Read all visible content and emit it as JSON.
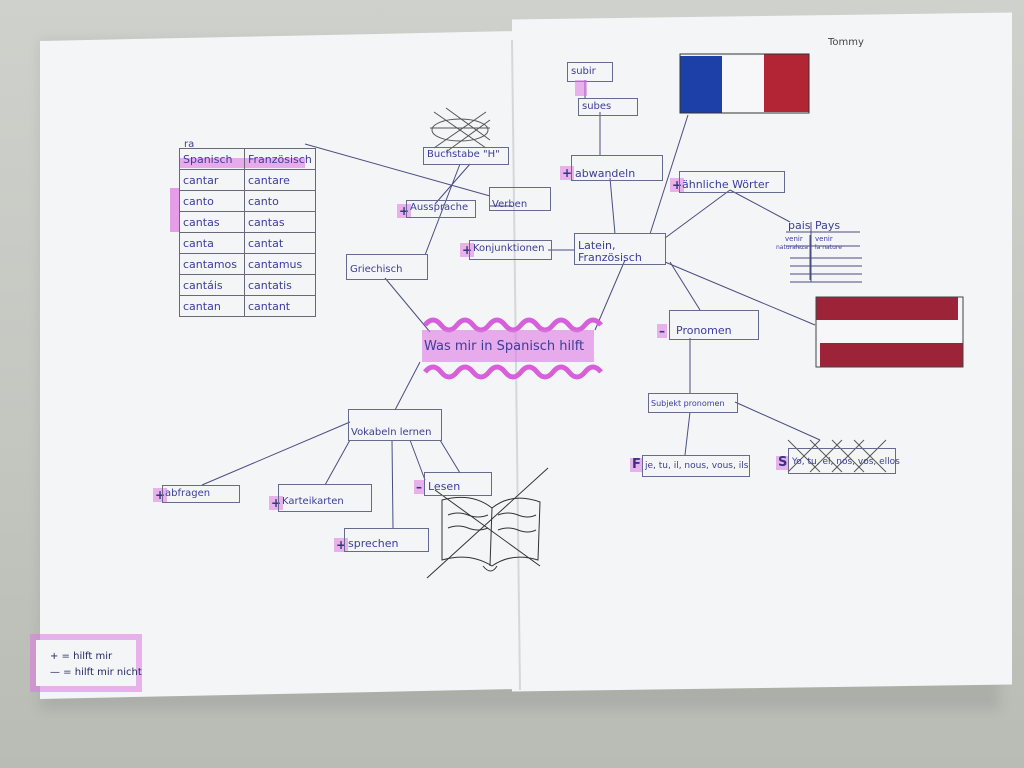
{
  "top_right_name": "Tommy",
  "center_title": "Was mir in Spanisch hilft",
  "legend": {
    "plus": "+ = hilft mir",
    "minus": "— = hilft mir nicht"
  },
  "table": {
    "header_extra": "ra",
    "headers": [
      "Spanisch",
      "Französisch"
    ],
    "rows": [
      [
        "cantar",
        "cantare"
      ],
      [
        "canto",
        "canto"
      ],
      [
        "cantas",
        "cantas"
      ],
      [
        "canta",
        "cantat"
      ],
      [
        "cantamos",
        "cantamus"
      ],
      [
        "cantáis",
        "cantatis"
      ],
      [
        "cantan",
        "cantant"
      ]
    ]
  },
  "nodes": {
    "buchstabe_h": "Buchstabe \"H\"",
    "aussprache": "Aussprache",
    "verben": "Verben",
    "konjunktionen": "Konjunktionen",
    "griechisch": "Griechisch",
    "subir": "subir",
    "subes": "subes",
    "abwandeln": "abwandeln",
    "aehnliche_woerter": "ähnliche Wörter",
    "latein": "Latein,",
    "franzoesisch": "Französisch",
    "pais": "pais",
    "pays": "Pays",
    "venir": "venir",
    "venir_fr": "venir",
    "nature_es": "naturaleza",
    "nature_fr": "la nature",
    "pronomen": "Pronomen",
    "subjekt_pronomen": "Subjekt pronomen",
    "fr_pronouns": "je, tu, il, nous, vous, ils",
    "es_pronouns": "Yo, tu, el, nos, vos, ellos",
    "vokabeln_lernen": "Vokabeln lernen",
    "abfragen": "abfragen",
    "karteikarten": "Karteikarten",
    "lesen": "Lesen",
    "sprechen": "sprechen"
  },
  "signs": {
    "plus": "+",
    "minus": "–",
    "f": "F",
    "s": "S"
  },
  "colors": {
    "ink": "#3b3d9a",
    "highlighter": "#de78e1",
    "flag_blue": "#1c3fa8",
    "flag_red": "#b32434",
    "flag_maroon": "#9c2338"
  }
}
